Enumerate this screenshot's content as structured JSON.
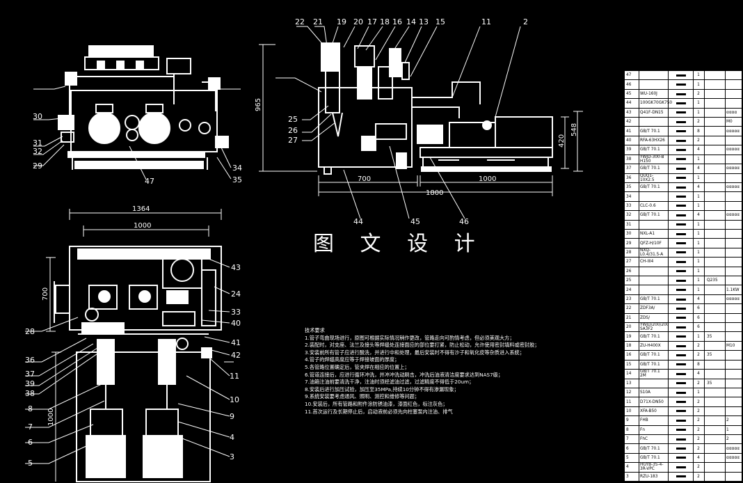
{
  "title": "图 文 设 计",
  "dimensions": [
    "965",
    "700",
    "1800",
    "1000",
    "548",
    "420",
    "1364",
    "1000",
    "700",
    "1000"
  ],
  "top_left_labels": [
    "30",
    "31",
    "32",
    "29",
    "47",
    "34",
    "35"
  ],
  "top_right_labels": [
    "22",
    "21",
    "19",
    "20",
    "17",
    "18",
    "16",
    "14",
    "13",
    "15",
    "11",
    "2",
    "25",
    "26",
    "27",
    "44",
    "45",
    "46"
  ],
  "front_labels": [
    "28",
    "36",
    "37",
    "39",
    "38",
    "8",
    "7",
    "6",
    "5",
    "43",
    "24",
    "33",
    "40",
    "41",
    "42",
    "11",
    "10",
    "9",
    "4",
    "3"
  ],
  "tech_notes": [
    "技术要求",
    "1.管子弯曲现场进行，原图可根据实际情况稍作更改，管路走向可酌情考虑，但必须美观大方；",
    "2.装配时，对支座、法兰及接头等焊缝处连接面应的部位要打紧，防止松动，允许使用密封填料或密封胶；",
    "3.安装前所有管子应进行酸洗，并进行中和处理，最后安装时不得有沙子和氧化皮等杂质进入系统；",
    "4.管子的焊缝高度应等于焊接坡面的厚度；",
    "5.各管路位置确定后，管夹焊在相应的位置上；",
    "6.管道连接后，应进行循环冲洗，并冲冲洗动刷击，冲洗后油液清洁度要求达到NAS7级；",
    "7.油箱注油前要清洗干净，注油时须经滤油过滤，过滤精度不得低于20um；",
    "8.安装后进行加压试验，加压至35MPa,持续10分钟不得有渗漏现象；",
    "9.系统安装要考虑通风、照明、测控和维修等问题；",
    "10.安装后，所有管路和附件涂防锈油漆，漆面红色，标注灰色；",
    "11.首次运行及长期停止后，启动液前必须先向柱塞泵内注油、排气"
  ],
  "bom": [
    {
      "no": "47",
      "code": "",
      "qty": "1",
      "mat": "",
      "rm": ""
    },
    {
      "no": "46",
      "code": "",
      "qty": "1",
      "mat": "",
      "rm": ""
    },
    {
      "no": "45",
      "code": "WU-160J",
      "qty": "2",
      "mat": "",
      "rm": ""
    },
    {
      "no": "44",
      "code": "100GK70GK750",
      "qty": "1",
      "mat": "",
      "rm": ""
    },
    {
      "no": "43",
      "code": "Q41F-DN15",
      "qty": "1",
      "mat": "",
      "rm": "αααα"
    },
    {
      "no": "42",
      "code": "",
      "qty": "2",
      "mat": "",
      "rm": "M0"
    },
    {
      "no": "41",
      "code": "GB/T 70.1",
      "qty": "8",
      "mat": "",
      "rm": "ααααα"
    },
    {
      "no": "40",
      "code": "RFA-63HX26",
      "qty": "2",
      "mat": "",
      "rm": ""
    },
    {
      "no": "39",
      "code": "GB/T 70.1",
      "qty": "4",
      "mat": "",
      "rm": "ααααα"
    },
    {
      "no": "38",
      "code": "YWJD-300-B H150",
      "qty": "1",
      "mat": "",
      "rm": ""
    },
    {
      "no": "37",
      "code": "GB/T 70.1",
      "qty": "4",
      "mat": "",
      "rm": "ααααα"
    },
    {
      "no": "36",
      "code": "QUQ1-10X2.5",
      "qty": "1",
      "mat": "",
      "rm": ""
    },
    {
      "no": "35",
      "code": "GB/T 70.1",
      "qty": "4",
      "mat": "",
      "rm": "ααααα"
    },
    {
      "no": "34",
      "code": "",
      "qty": "1",
      "mat": "",
      "rm": ""
    },
    {
      "no": "33",
      "code": "CLC-0.6",
      "qty": "1",
      "mat": "",
      "rm": ""
    },
    {
      "no": "32",
      "code": "GB/T 70.1",
      "qty": "4",
      "mat": "",
      "rm": "ααααα"
    },
    {
      "no": "31",
      "code": "",
      "qty": "1",
      "mat": "",
      "rm": ""
    },
    {
      "no": "30",
      "code": "NXL-A1",
      "qty": "1",
      "mat": "",
      "rm": ""
    },
    {
      "no": "29",
      "code": "QFZ-H/10F",
      "qty": "1",
      "mat": "",
      "rm": ""
    },
    {
      "no": "28",
      "code": "NXQ-L0.4/31.5-A",
      "qty": "1",
      "mat": "",
      "rm": ""
    },
    {
      "no": "27",
      "code": "CH-III4",
      "qty": "1",
      "mat": "",
      "rm": ""
    },
    {
      "no": "26",
      "code": "",
      "qty": "1",
      "mat": "",
      "rm": ""
    },
    {
      "no": "25",
      "code": "",
      "qty": "1",
      "mat": "Q235",
      "rm": ""
    },
    {
      "no": "24",
      "code": "",
      "qty": "1",
      "mat": "",
      "rm": "1.1KW"
    },
    {
      "no": "23",
      "code": "GB/T 70.1",
      "qty": "4",
      "mat": "",
      "rm": "ααααα"
    },
    {
      "no": "22",
      "code": "ZDF3A/",
      "qty": "6",
      "mat": "",
      "rm": ""
    },
    {
      "no": "21",
      "code": "ZDS/",
      "qty": "6",
      "mat": "",
      "rm": ""
    },
    {
      "no": "20",
      "code": "YWJD/200/200 SA3F2",
      "qty": "6",
      "mat": "",
      "rm": ""
    },
    {
      "no": "19",
      "code": "GB/T 70.1",
      "qty": "1",
      "mat": "35",
      "rm": ""
    },
    {
      "no": "18",
      "code": "ZU-H400X",
      "qty": "2",
      "mat": "",
      "rm": "M10"
    },
    {
      "no": "16",
      "code": "GB/T 70.1",
      "qty": "2",
      "mat": "35",
      "rm": ""
    },
    {
      "no": "15",
      "code": "GB/T 70.1",
      "qty": "8",
      "mat": "",
      "rm": ""
    },
    {
      "no": "14",
      "code": "GB/T 70.1 2M",
      "qty": "4",
      "mat": "",
      "rm": ""
    },
    {
      "no": "13",
      "code": "",
      "qty": "2",
      "mat": "35",
      "rm": ""
    },
    {
      "no": "12",
      "code": "S10A",
      "qty": "1",
      "mat": "",
      "rm": ""
    },
    {
      "no": "11",
      "code": "D71X-DN50",
      "qty": "2",
      "mat": "",
      "rm": ""
    },
    {
      "no": "10",
      "code": "XFA-B50",
      "qty": "2",
      "mat": "",
      "rm": ""
    },
    {
      "no": "9",
      "code": "FHB",
      "qty": "2",
      "mat": "",
      "rm": "2"
    },
    {
      "no": "8",
      "code": "Fn",
      "qty": "2",
      "mat": "",
      "rm": "1"
    },
    {
      "no": "7",
      "code": "FhC",
      "qty": "2",
      "mat": "",
      "rm": "2"
    },
    {
      "no": "6",
      "code": "GB/T 70.1",
      "qty": "2",
      "mat": "",
      "rm": "ααααα"
    },
    {
      "no": "5",
      "code": "GB/T 70.1",
      "qty": "4",
      "mat": "",
      "rm": "ααααα"
    },
    {
      "no": "4",
      "code": "HGYB-35-4-3R-VPC",
      "qty": "2",
      "mat": "",
      "rm": ""
    },
    {
      "no": "3",
      "code": "RZU-183",
      "qty": "2",
      "mat": "",
      "rm": ""
    }
  ]
}
